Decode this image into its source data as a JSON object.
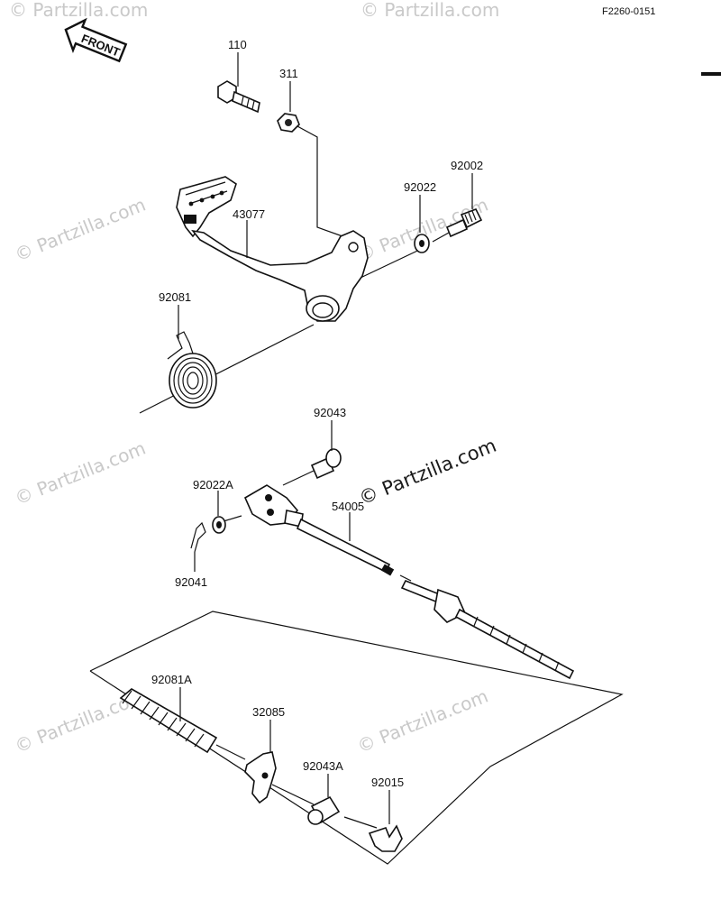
{
  "diagram_code": "F2260-0151",
  "front_badge": "FRONT",
  "watermark": "© Partzilla.com",
  "parts": {
    "p110": "110",
    "p311": "311",
    "p43077": "43077",
    "p92022": "92022",
    "p92002": "92002",
    "p92081": "92081",
    "p92043": "92043",
    "p92022A": "92022A",
    "p54005": "54005",
    "p92041": "92041",
    "p92081A": "92081A",
    "p32085": "32085",
    "p92043A": "92043A",
    "p92015": "92015"
  }
}
